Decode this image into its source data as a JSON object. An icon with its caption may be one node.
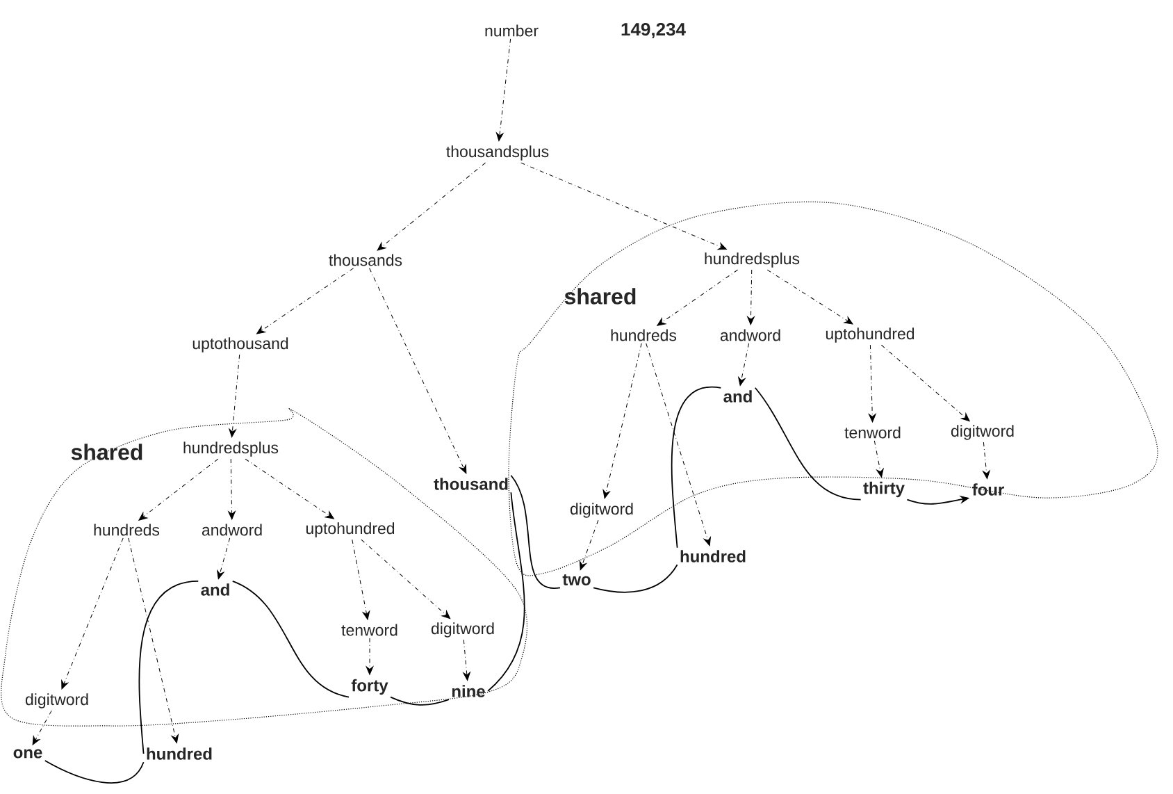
{
  "diagram": {
    "nodes": [
      {
        "text": [
          "number"
        ]
      },
      {
        "text": [
          "thousandsplus"
        ]
      },
      {
        "text": [
          "thousands"
        ]
      },
      {
        "text": [
          "hundredsplus"
        ]
      },
      {
        "text": [
          "uptothousand"
        ]
      },
      {
        "text": [
          "hundreds"
        ]
      },
      {
        "text": [
          "andword"
        ]
      },
      {
        "text": [
          "uptohundred"
        ]
      },
      {
        "text": [
          "hundredsplus"
        ]
      },
      {
        "text": [
          "hundreds"
        ]
      },
      {
        "text": [
          "andword"
        ]
      },
      {
        "text": [
          "uptohundred"
        ]
      },
      {
        "text": [
          "thousand"
        ]
      },
      {
        "text": [
          "digitword"
        ]
      },
      {
        "text": [
          "and"
        ]
      },
      {
        "text": [
          "hundred"
        ]
      },
      {
        "text": [
          "tenword"
        ]
      },
      {
        "text": [
          "digitword"
        ]
      },
      {
        "text": [
          "thirty"
        ]
      },
      {
        "text": [
          "four"
        ]
      },
      {
        "text": [
          "two"
        ]
      },
      {
        "text": [
          "and"
        ]
      },
      {
        "text": [
          "tenword"
        ]
      },
      {
        "text": [
          "digitword"
        ]
      },
      {
        "text": [
          "forty"
        ]
      },
      {
        "text": [
          "nine"
        ]
      },
      {
        "text": [
          "digitword"
        ]
      },
      {
        "text": [
          "hundred"
        ]
      },
      {
        "text": [
          "one"
        ]
      }
    ],
    "edges": [
      {
        "from": 0,
        "to": 1,
        "arrow": "to",
        "style": "dashed"
      },
      {
        "from": 1,
        "to": 2,
        "arrow": "to",
        "style": "dashed"
      },
      {
        "from": 1,
        "to": 3,
        "arrow": "to",
        "style": "dashed"
      },
      {
        "from": 2,
        "to": 4,
        "arrow": "to",
        "style": "dashed"
      },
      {
        "from": 2,
        "to": 12,
        "arrow": "to",
        "style": "dashed"
      },
      {
        "from": 3,
        "to": 5,
        "arrow": "to",
        "style": "dashed"
      },
      {
        "from": 3,
        "to": 6,
        "arrow": "to",
        "style": "dashed"
      },
      {
        "from": 3,
        "to": 7,
        "arrow": "to",
        "style": "dashed"
      },
      {
        "from": 4,
        "to": 8,
        "arrow": "to",
        "style": "dashed"
      },
      {
        "from": 5,
        "to": 13,
        "arrow": "to",
        "style": "dashed"
      },
      {
        "from": 5,
        "to": 15,
        "arrow": "to",
        "style": "dashed"
      },
      {
        "from": 6,
        "to": 14,
        "arrow": "to",
        "style": "dashed"
      },
      {
        "from": 7,
        "to": 16,
        "arrow": "to",
        "style": "dashed"
      },
      {
        "from": 7,
        "to": 17,
        "arrow": "to",
        "style": "dashed"
      },
      {
        "from": 13,
        "to": 20,
        "arrow": "to",
        "style": "dashed"
      },
      {
        "from": 16,
        "to": 18,
        "arrow": "to",
        "style": "dashed"
      },
      {
        "from": 17,
        "to": 19,
        "arrow": "to",
        "style": "dashed"
      },
      {
        "from": 8,
        "to": 9,
        "arrow": "to",
        "style": "dashed"
      },
      {
        "from": 8,
        "to": 10,
        "arrow": "to",
        "style": "dashed"
      },
      {
        "from": 8,
        "to": 11,
        "arrow": "to",
        "style": "dashed"
      },
      {
        "from": 9,
        "to": 26,
        "arrow": "to",
        "style": "dashed"
      },
      {
        "from": 9,
        "to": 27,
        "arrow": "to",
        "style": "dashed"
      },
      {
        "from": 10,
        "to": 21,
        "arrow": "to",
        "style": "dashed"
      },
      {
        "from": 11,
        "to": 22,
        "arrow": "to",
        "style": "dashed"
      },
      {
        "from": 11,
        "to": 23,
        "arrow": "to",
        "style": "dashed"
      },
      {
        "from": 22,
        "to": 24,
        "arrow": "to",
        "style": "dashed"
      },
      {
        "from": 23,
        "to": 25,
        "arrow": "to",
        "style": "dashed"
      },
      {
        "from": 26,
        "to": 28,
        "arrow": "to",
        "style": "dashed"
      },
      {
        "from": 28,
        "to": 27,
        "arrow": "none"
      },
      {
        "from": 27,
        "to": 21,
        "arrow": "none"
      },
      {
        "from": 21,
        "to": 24,
        "arrow": "none"
      },
      {
        "from": 24,
        "to": 25,
        "arrow": "none"
      },
      {
        "from": 25,
        "to": 12,
        "arrow": "none"
      },
      {
        "from": 12,
        "to": 20,
        "arrow": "none"
      },
      {
        "from": 20,
        "to": 15,
        "arrow": "none"
      },
      {
        "from": 15,
        "to": 14,
        "arrow": "none"
      },
      {
        "from": 14,
        "to": 18,
        "arrow": "none"
      },
      {
        "from": 18,
        "to": 19,
        "arrow": "to"
      }
    ],
    "labels": [
      "149,234",
      "shared",
      "shared"
    ]
  }
}
